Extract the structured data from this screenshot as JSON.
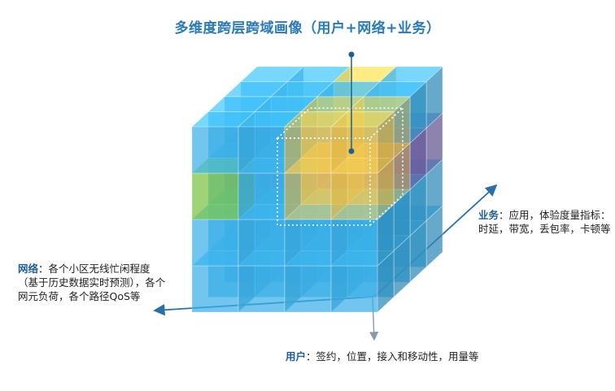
{
  "title": "多维度跨层跨域画像（用户+网络+业务）",
  "labels": {
    "network": {
      "head": "网络",
      "text": "：各个小区无线忙闲程度（基于历史数据实时预测），各个网元负荷，各个路径QoS等"
    },
    "business": {
      "head": "业务",
      "text": "：应用，体验度量指标：时延，带宽，丢包率，卡顿等"
    },
    "user": {
      "head": "用户",
      "text": "：签约，位置，接入和移动性，用量等"
    }
  },
  "colors": {
    "title": "#2a7ab8",
    "cube_blue": "#3aaee8",
    "cube_yellow": "#f5c84a",
    "cube_purple": "#7a6bb8",
    "cube_green": "#7cc242",
    "axis": "#2a6fa8"
  }
}
